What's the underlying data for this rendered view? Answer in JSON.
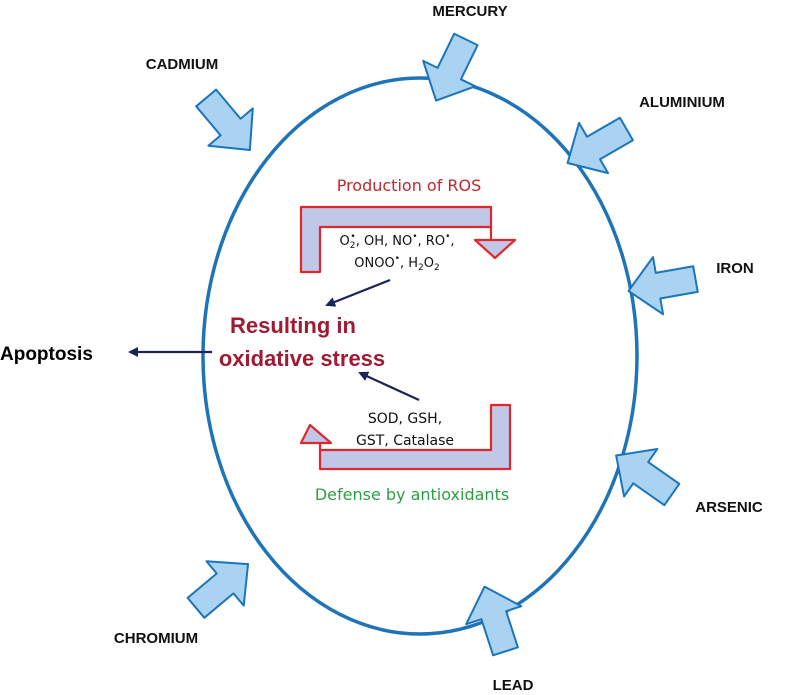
{
  "colors": {
    "cell_outline": "#1f74b8",
    "metal_arrow_fill": "#aad2f1",
    "metal_arrow_stroke": "#1b75bb",
    "cycle_arrow_fill": "#c1c7e6",
    "cycle_arrow_stroke": "#e0262e",
    "pointer_arrow": "#1c2358",
    "ros_title": "#c1272d",
    "defense_title": "#2e9d47",
    "result_text": "#9e1b32"
  },
  "metals": {
    "mercury": "MERCURY",
    "cadmium": "CADMIUM",
    "aluminium": "ALUMINIUM",
    "iron": "IRON",
    "arsenic": "ARSENIC",
    "lead": "LEAD",
    "chromium": "CHROMIUM"
  },
  "apoptosis": "Apoptosis",
  "ros_cycle": {
    "title": "Production of ROS",
    "line1": {
      "o2": "O",
      "o2_sub": "2",
      "o2_sup": "•",
      "rest_a": ", OH, NO",
      "no_sup": "•",
      "rest_b": ", RO",
      "ro_sup": "•",
      "rest_c": ","
    },
    "line2": {
      "onoo": "ONOO",
      "onoo_sup": "•",
      "rest_a": ", H",
      "h_sub": "2",
      "o": "O",
      "o_sub": "2"
    }
  },
  "result": {
    "line1": "Resulting in",
    "line2": "oxidative stress"
  },
  "defense_cycle": {
    "line1": "SOD, GSH,",
    "line2": "GST, Catalase",
    "title": "Defense by antioxidants"
  }
}
